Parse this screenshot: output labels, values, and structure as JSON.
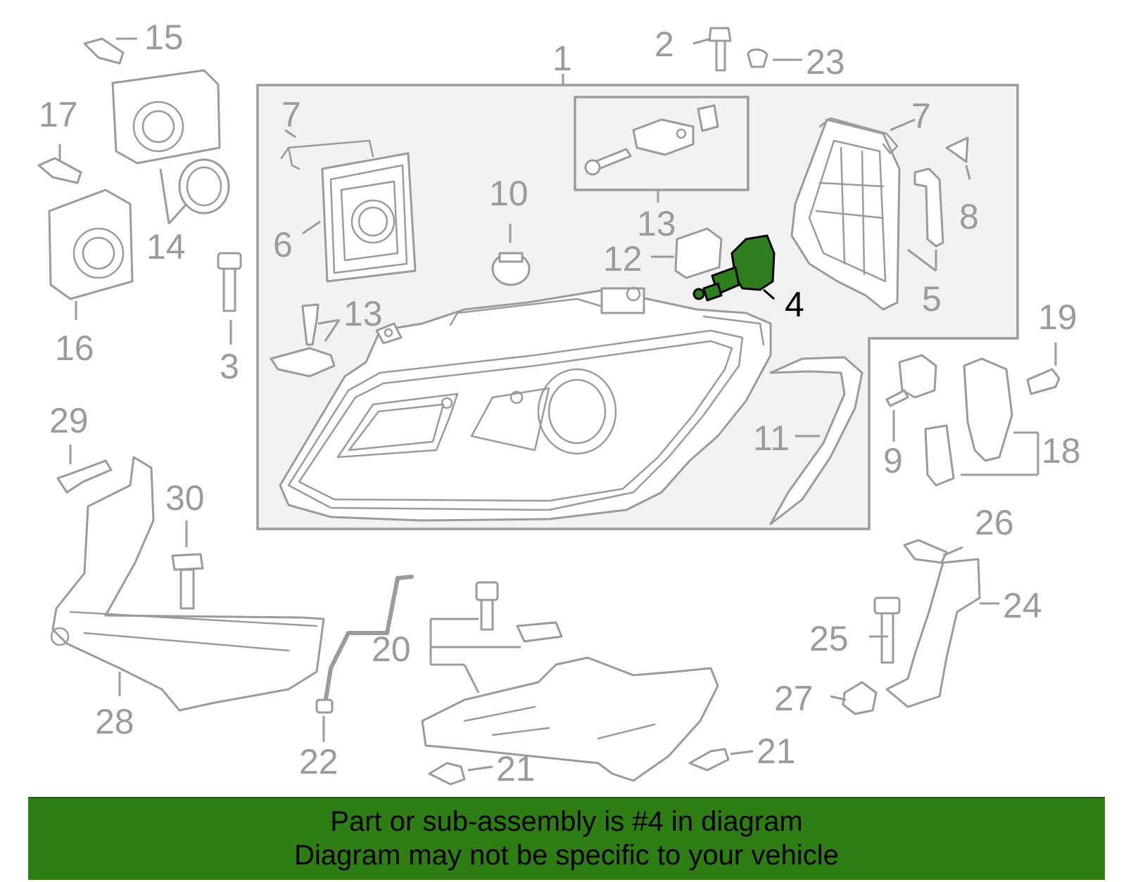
{
  "diagram": {
    "callouts": [
      {
        "id": "1",
        "label": "1",
        "highlighted": false
      },
      {
        "id": "2",
        "label": "2",
        "highlighted": false
      },
      {
        "id": "3",
        "label": "3",
        "highlighted": false
      },
      {
        "id": "4",
        "label": "4",
        "highlighted": true
      },
      {
        "id": "5",
        "label": "5",
        "highlighted": false
      },
      {
        "id": "6",
        "label": "6",
        "highlighted": false
      },
      {
        "id": "7a",
        "label": "7",
        "highlighted": false
      },
      {
        "id": "7b",
        "label": "7",
        "highlighted": false
      },
      {
        "id": "8",
        "label": "8",
        "highlighted": false
      },
      {
        "id": "9",
        "label": "9",
        "highlighted": false
      },
      {
        "id": "10",
        "label": "10",
        "highlighted": false
      },
      {
        "id": "11",
        "label": "11",
        "highlighted": false
      },
      {
        "id": "12",
        "label": "12",
        "highlighted": false
      },
      {
        "id": "13a",
        "label": "13",
        "highlighted": false
      },
      {
        "id": "13b",
        "label": "13",
        "highlighted": false
      },
      {
        "id": "14",
        "label": "14",
        "highlighted": false
      },
      {
        "id": "15",
        "label": "15",
        "highlighted": false
      },
      {
        "id": "16",
        "label": "16",
        "highlighted": false
      },
      {
        "id": "17",
        "label": "17",
        "highlighted": false
      },
      {
        "id": "18",
        "label": "18",
        "highlighted": false
      },
      {
        "id": "19",
        "label": "19",
        "highlighted": false
      },
      {
        "id": "20",
        "label": "20",
        "highlighted": false
      },
      {
        "id": "21a",
        "label": "21",
        "highlighted": false
      },
      {
        "id": "21b",
        "label": "21",
        "highlighted": false
      },
      {
        "id": "22",
        "label": "22",
        "highlighted": false
      },
      {
        "id": "23",
        "label": "23",
        "highlighted": false
      },
      {
        "id": "24",
        "label": "24",
        "highlighted": false
      },
      {
        "id": "25",
        "label": "25",
        "highlighted": false
      },
      {
        "id": "26",
        "label": "26",
        "highlighted": false
      },
      {
        "id": "27",
        "label": "27",
        "highlighted": false
      },
      {
        "id": "28",
        "label": "28",
        "highlighted": false
      },
      {
        "id": "29",
        "label": "29",
        "highlighted": false
      },
      {
        "id": "30",
        "label": "30",
        "highlighted": false
      }
    ],
    "colors": {
      "line": "#9b9b9b",
      "highlight_fill": "#2e7d1e",
      "banner": "#2e7d14",
      "panel": "#f2f2f2"
    }
  },
  "banner": {
    "line1": "Part or sub-assembly is #4 in diagram",
    "line2": "Diagram may not be specific to your vehicle"
  }
}
